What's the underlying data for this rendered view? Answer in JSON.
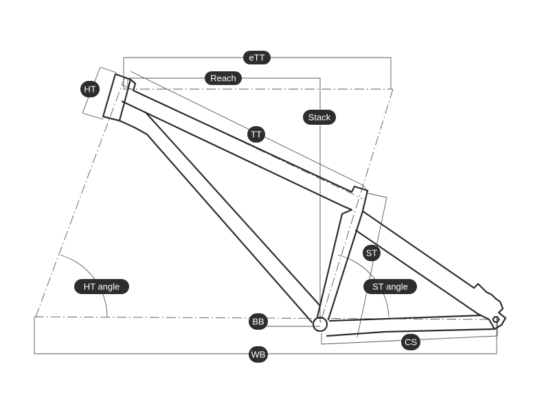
{
  "labels": {
    "ett": "eTT",
    "reach": "Reach",
    "ht": "HT",
    "stack": "Stack",
    "tt": "TT",
    "st": "ST",
    "ht_angle": "HT angle",
    "st_angle": "ST angle",
    "bb": "BB",
    "cs": "CS",
    "wb": "WB"
  },
  "colors": {
    "line": "#2b2b2b",
    "pill": "#2d2d2d",
    "pill_text": "#ffffff"
  }
}
